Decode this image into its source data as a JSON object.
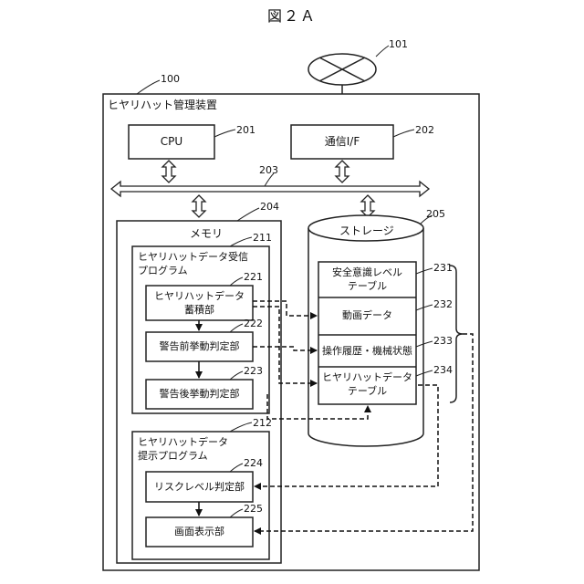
{
  "figure": {
    "title": "図２Ａ"
  },
  "network": {
    "ref": "101"
  },
  "device": {
    "label": "ヒヤリハット管理装置",
    "ref": "100"
  },
  "cpu": {
    "label": "CPU",
    "ref": "201"
  },
  "comm": {
    "label": "通信I/F",
    "ref": "202"
  },
  "bus": {
    "ref": "203"
  },
  "memory": {
    "label": "メモリ",
    "ref": "204"
  },
  "storage": {
    "label": "ストレージ",
    "ref": "205"
  },
  "prog1": {
    "label_1": "ヒヤリハットデータ受信",
    "label_2": "プログラム",
    "ref": "211"
  },
  "prog2": {
    "label_1": "ヒヤリハットデータ",
    "label_2": "提示プログラム",
    "ref": "212"
  },
  "units": [
    {
      "line1": "ヒヤリハットデータ",
      "line2": "蓄積部",
      "ref": "221"
    },
    {
      "line1": "警告前挙動判定部",
      "line2": "",
      "ref": "222"
    },
    {
      "line1": "警告後挙動判定部",
      "line2": "",
      "ref": "223"
    },
    {
      "line1": "リスクレベル判定部",
      "line2": "",
      "ref": "224"
    },
    {
      "line1": "画面表示部",
      "line2": "",
      "ref": "225"
    }
  ],
  "tables": [
    {
      "line1": "安全意識レベル",
      "line2": "テーブル",
      "ref": "231"
    },
    {
      "line1": "動画データ",
      "line2": "",
      "ref": "232"
    },
    {
      "line1": "操作履歴・機械状態",
      "line2": "",
      "ref": "233"
    },
    {
      "line1": "ヒヤリハットデータ",
      "line2": "テーブル",
      "ref": "234"
    }
  ]
}
